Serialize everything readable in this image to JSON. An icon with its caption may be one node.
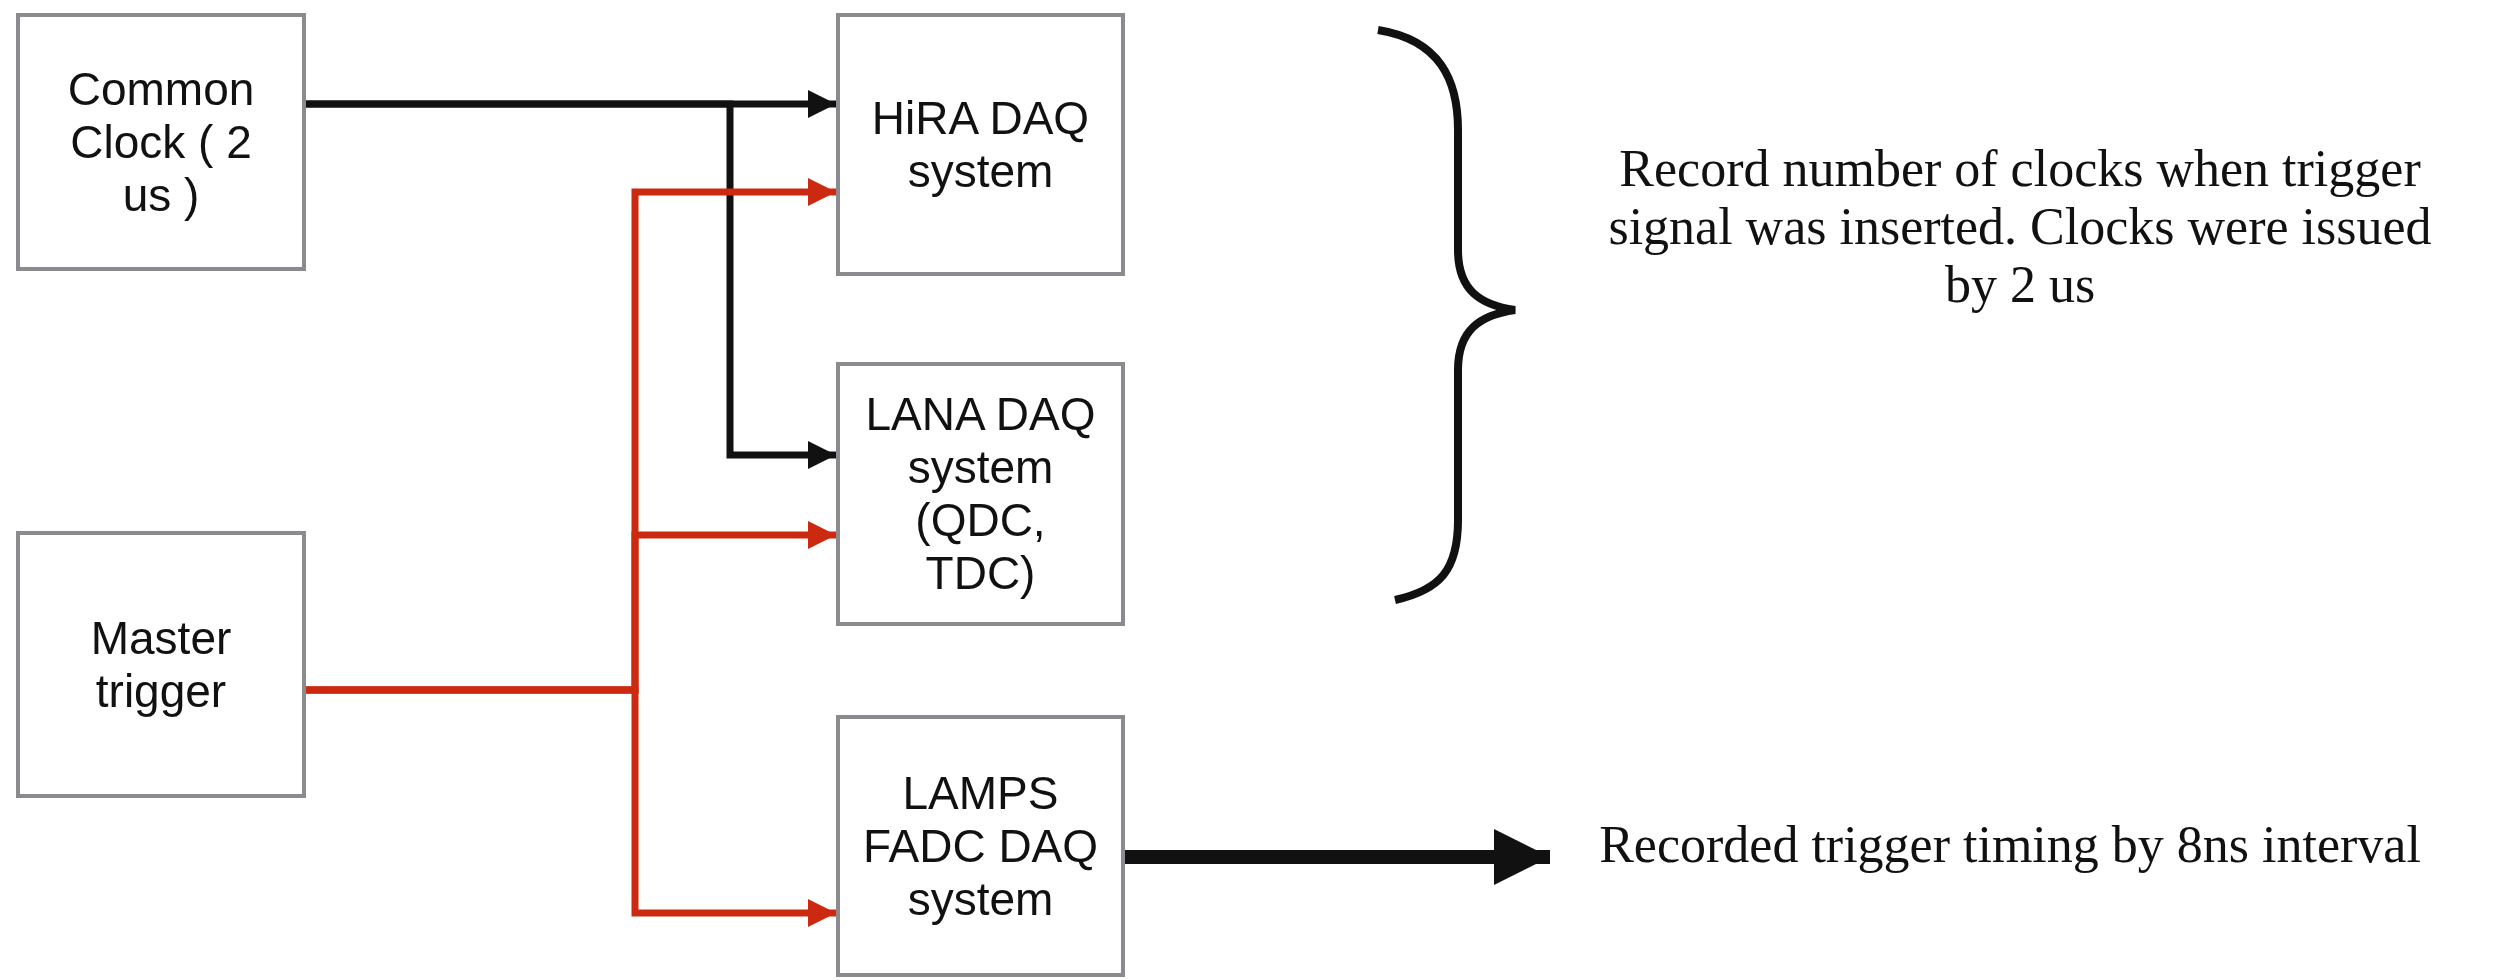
{
  "diagram": {
    "nodes": [
      {
        "text": [
          "Common Clock ( 2 us )"
        ]
      },
      {
        "text": [
          "Master trigger"
        ]
      },
      {
        "text": [
          "HiRA DAQ system"
        ]
      },
      {
        "text": [
          "LANA DAQ system (QDC, TDC)"
        ]
      },
      {
        "text": [
          "LAMPS FADC DAQ system"
        ]
      },
      {
        "text": [
          "Recorded trigger timing by 8ns interval"
        ]
      }
    ],
    "edges": [
      {
        "from": 0,
        "to": 2,
        "arrow": "to"
      },
      {
        "from": 0,
        "to": 3,
        "arrow": "to"
      },
      {
        "from": 1,
        "to": 2,
        "arrow": "to",
        "color": "#cc2a10"
      },
      {
        "from": 1,
        "to": 3,
        "arrow": "to",
        "color": "#cc2a10"
      },
      {
        "from": 1,
        "to": 4,
        "arrow": "to",
        "color": "#cc2a10"
      },
      {
        "from": 4,
        "to": 5,
        "arrow": "to",
        "style": "thick"
      }
    ],
    "labels": [
      "Record number of clocks when trigger signal was inserted. Clocks were issued by 2 us"
    ]
  }
}
